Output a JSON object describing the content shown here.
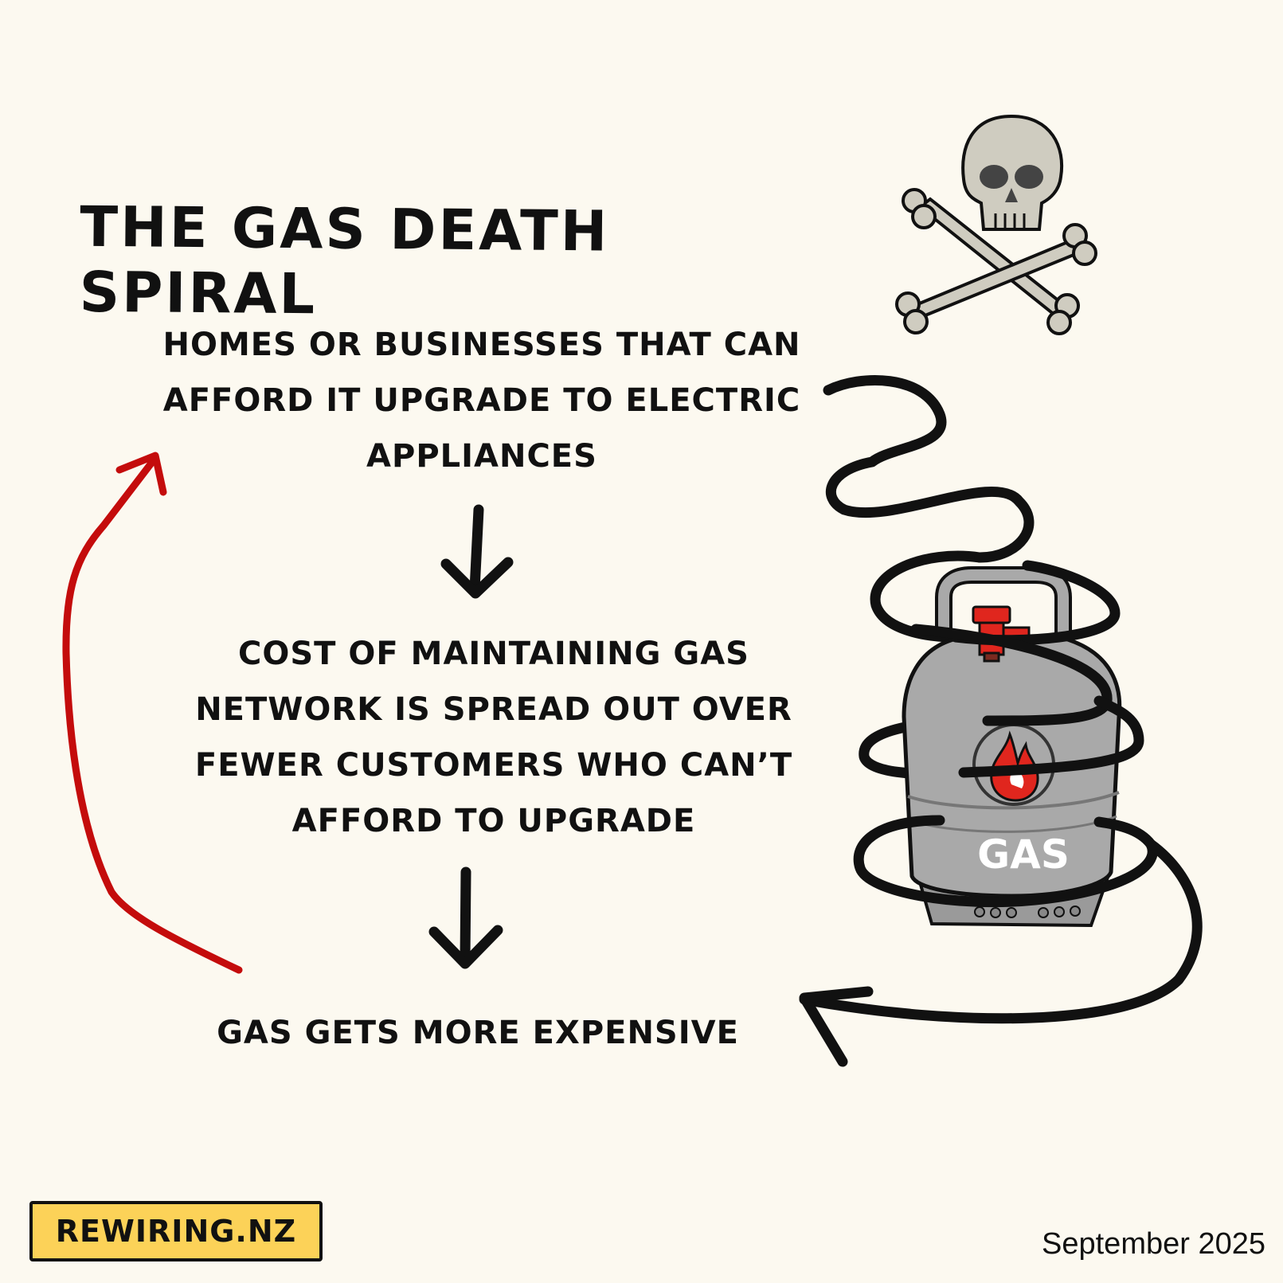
{
  "title": "The Gas Death Spiral",
  "steps": [
    "Homes or businesses that can afford it upgrade to electric appliances",
    "Cost of maintaining gas network is spread out over fewer customers who can’t afford to upgrade",
    "Gas gets more expensive"
  ],
  "cylinder_label": "GAS",
  "brand": "REWIRING.NZ",
  "date": "September 2025",
  "colors": {
    "background": "#fcf9f0",
    "ink": "#111111",
    "loop_arrow": "#c40c0c",
    "cylinder": "#a9a9a9",
    "valve": "#e0261e",
    "brand_box": "#fcd258"
  },
  "icons": [
    "skull-crossbones-icon",
    "gas-cylinder-icon",
    "flame-icon"
  ]
}
